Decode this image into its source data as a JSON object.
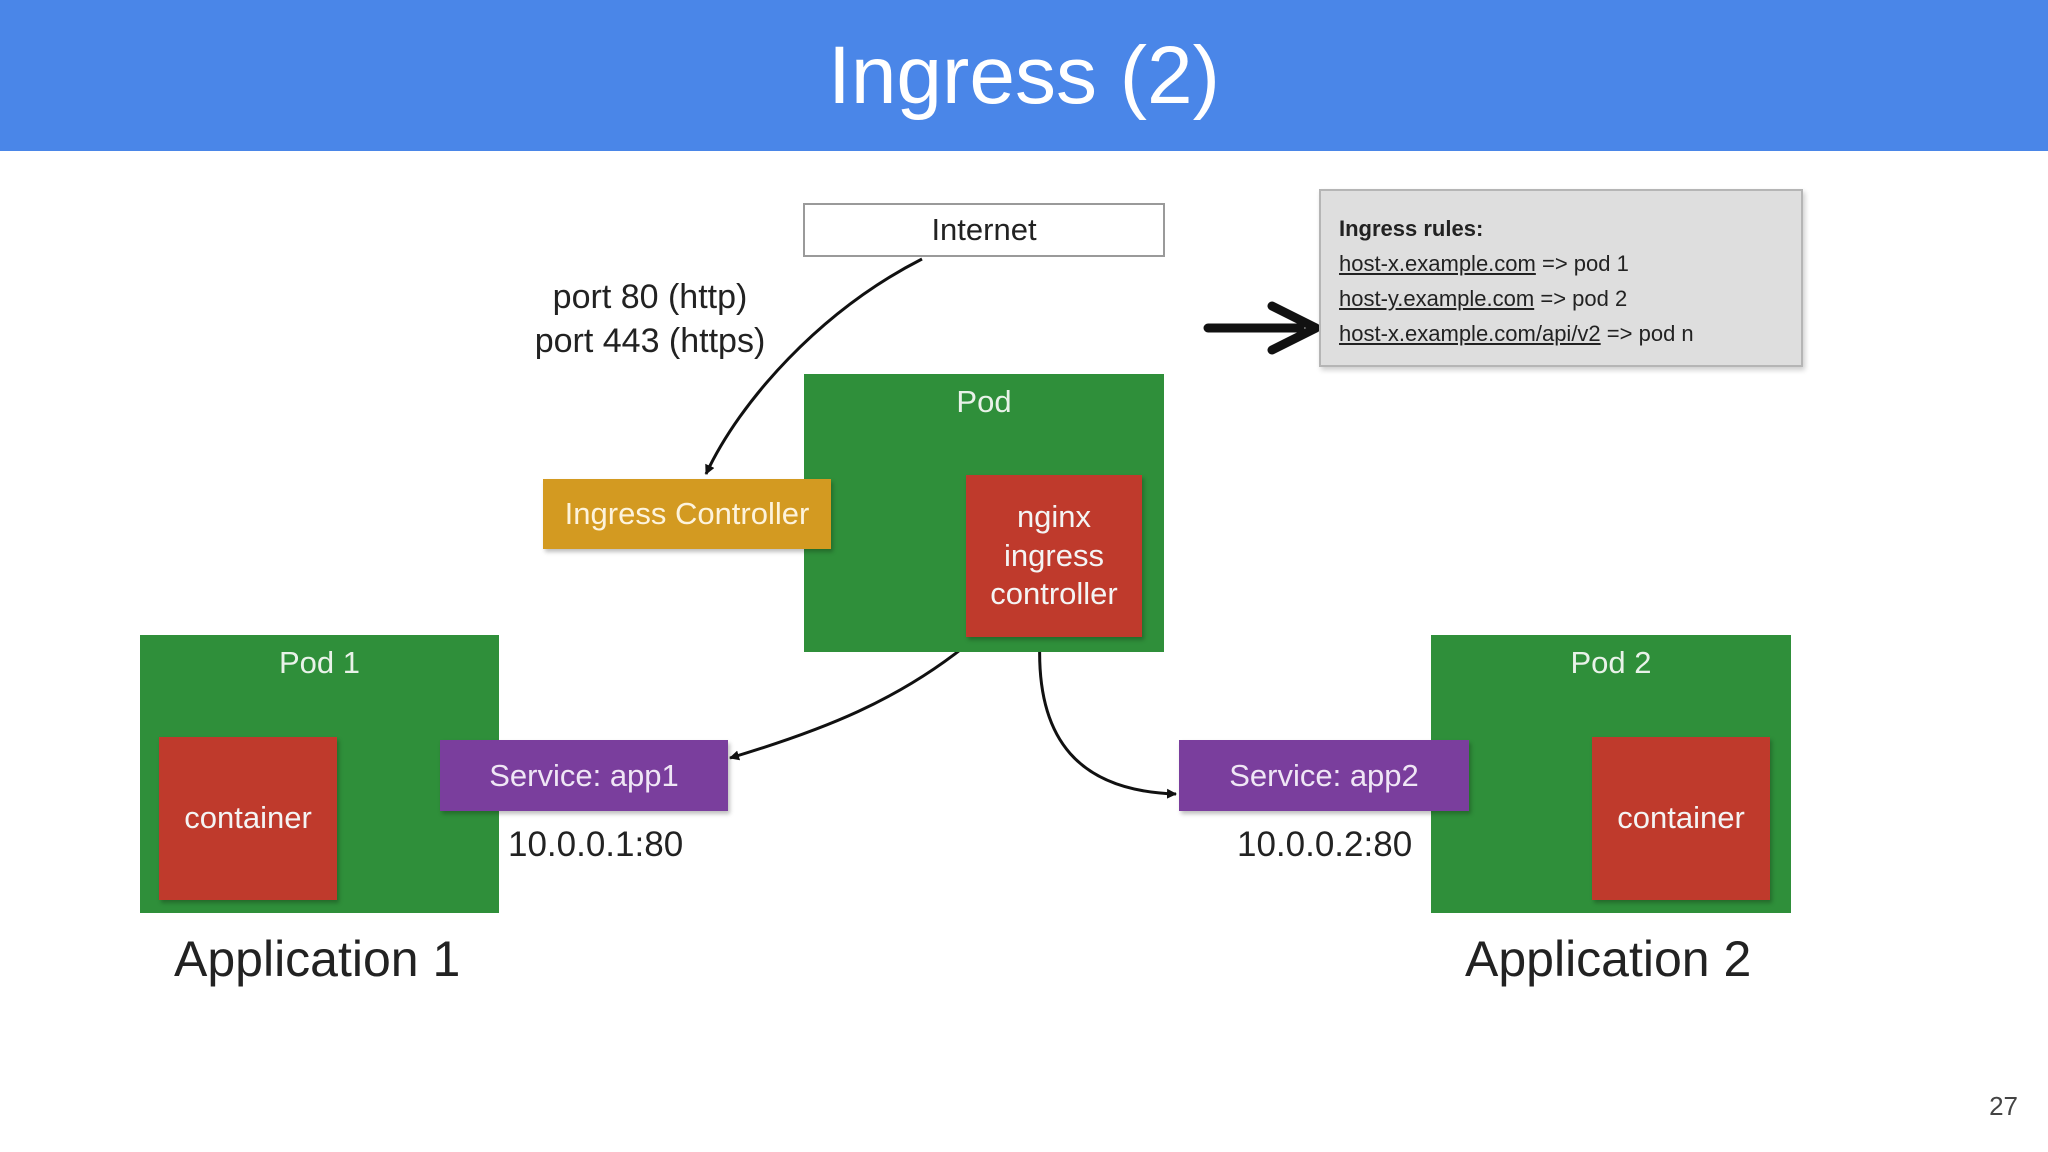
{
  "header": {
    "title": "Ingress (2)"
  },
  "internet": {
    "label": "Internet"
  },
  "ports": {
    "http": "port 80 (http)",
    "https": "port 443 (https)"
  },
  "ingress_controller": {
    "label": "Ingress Controller"
  },
  "center_pod": {
    "label": "Pod",
    "nginx_label": "nginx\ningress\ncontroller"
  },
  "ingress_rules": {
    "title": "Ingress rules:",
    "rules": [
      {
        "host": "host-x.example.com",
        "target": "=> pod 1"
      },
      {
        "host": "host-y.example.com",
        "target": "=> pod 2"
      },
      {
        "host": "host-x.example.com/api/v2",
        "target": "=> pod n"
      }
    ]
  },
  "app1": {
    "pod_label": "Pod 1",
    "container_label": "container",
    "service_label": "Service: app1",
    "ip": "10.0.0.1:80",
    "title": "Application 1"
  },
  "app2": {
    "pod_label": "Pod 2",
    "container_label": "container",
    "service_label": "Service: app2",
    "ip": "10.0.0.2:80",
    "title": "Application 2"
  },
  "page_number": "27",
  "colors": {
    "header": "#4a86e8",
    "pod": "#2f8f3a",
    "container": "#bf3a2c",
    "ingress_controller": "#d39a21",
    "service": "#7a3e9d",
    "rules_box": "#dedede"
  }
}
